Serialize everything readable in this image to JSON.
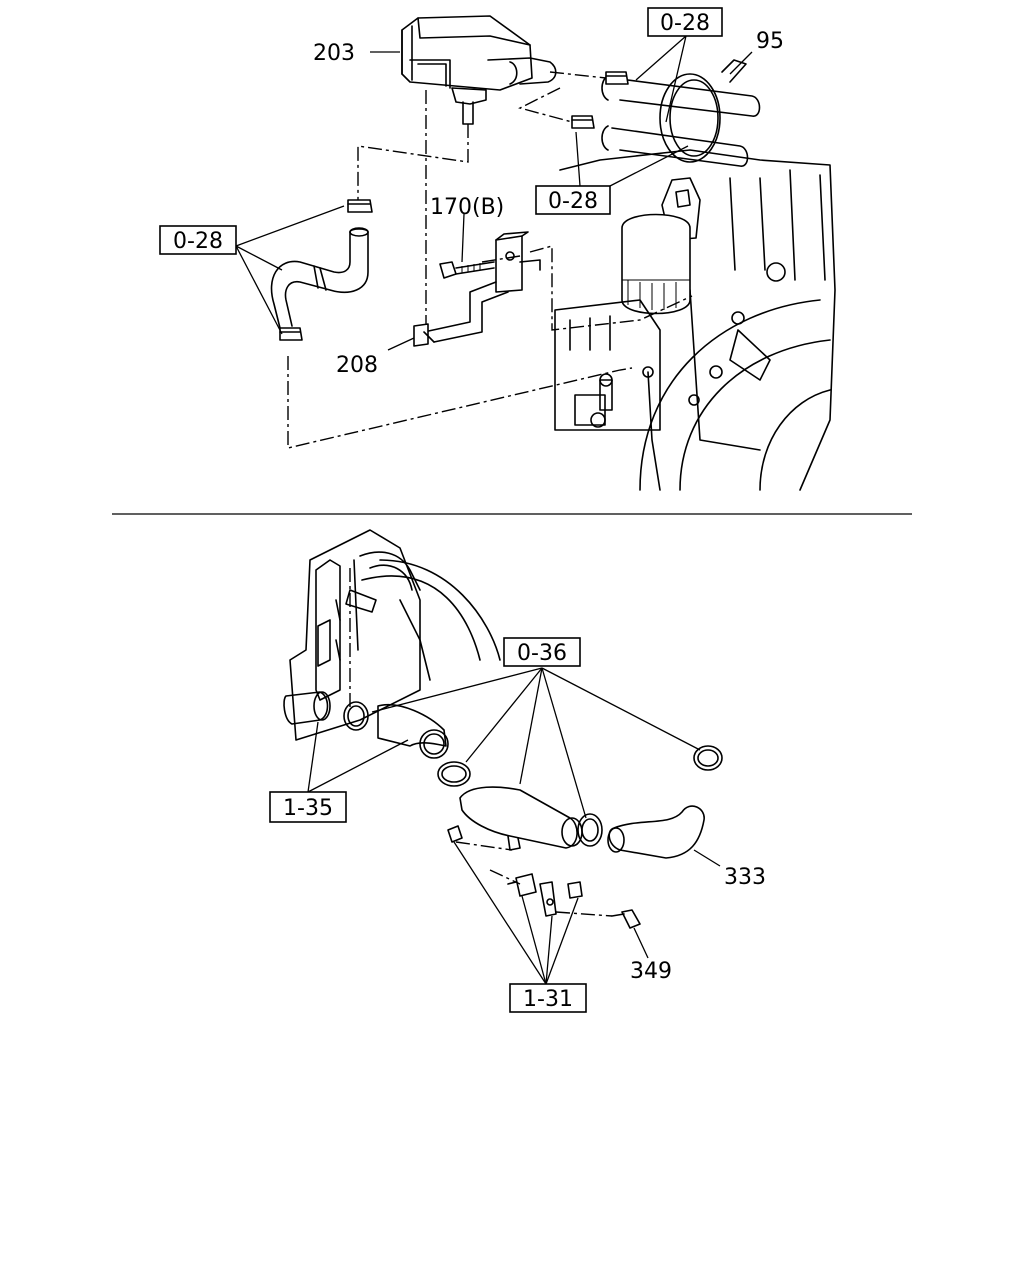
{
  "labels": {
    "top": {
      "p203": "203",
      "p95": "95",
      "p170b": "170(B)",
      "p208": "208",
      "ref_0_28_a": "0-28",
      "ref_0_28_b": "0-28",
      "ref_0_28_c": "0-28"
    },
    "bottom": {
      "ref_0_36": "0-36",
      "ref_1_35": "1-35",
      "ref_1_31": "1-31",
      "p333": "333",
      "p349": "349"
    }
  }
}
